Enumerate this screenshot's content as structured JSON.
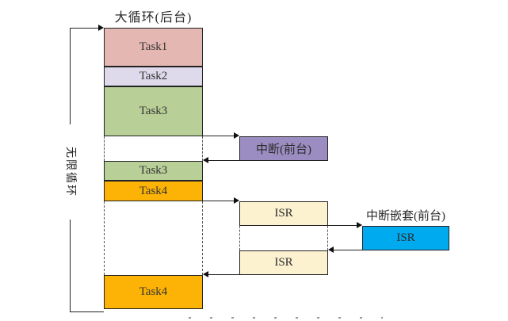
{
  "title": "大循环(后台)",
  "left_loop": {
    "label": "无限循环"
  },
  "column": {
    "blocks": [
      {
        "name": "task1",
        "label": "Task1"
      },
      {
        "name": "task2",
        "label": "Task2"
      },
      {
        "name": "task3",
        "label": "Task3"
      },
      {
        "name": "task3-2",
        "label": "Task3"
      },
      {
        "name": "task4",
        "label": "Task4"
      },
      {
        "name": "task4-2",
        "label": "Task4"
      }
    ]
  },
  "foreground": {
    "interrupt_label": "中断(前台)",
    "isr1_label": "ISR",
    "isr2_label": "ISR",
    "nested_title": "中断嵌套(前台)",
    "nested_isr_label": "ISR"
  },
  "colors": {
    "task1": "#e5b7b2",
    "task2": "#ded9eb",
    "task3": "#b9cf98",
    "task4": "#fcb305",
    "interrupt": "#9b8dc1",
    "isr": "#fdf2d0",
    "nested_isr": "#00aaee"
  }
}
